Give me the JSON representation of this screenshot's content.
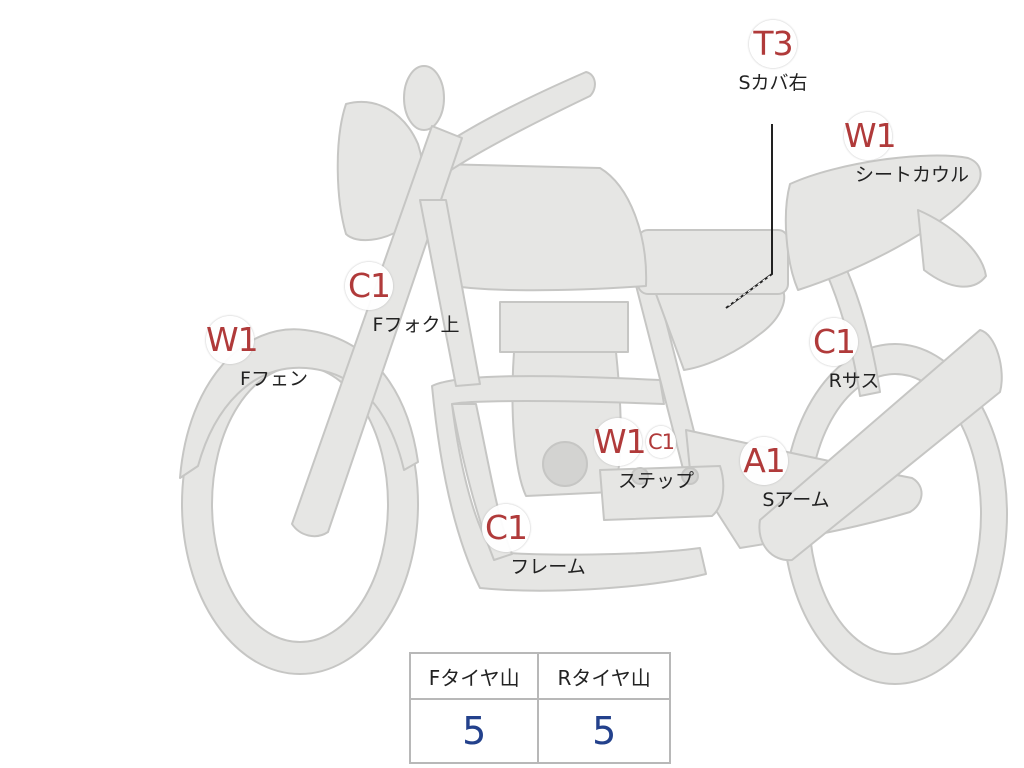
{
  "markers": [
    {
      "id": "s-cover-right",
      "code": "T3",
      "part": "Sカバ右"
    },
    {
      "id": "seat-cowl",
      "code": "W1",
      "part": "シートカウル"
    },
    {
      "id": "front-fork-upper",
      "code": "C1",
      "part": "Fフォク上"
    },
    {
      "id": "front-fender",
      "code": "W1",
      "part": "Fフェン"
    },
    {
      "id": "rear-suspension",
      "code": "C1",
      "part": "Rサス"
    },
    {
      "id": "step",
      "code": "W1",
      "extra_code": "C1",
      "part": "ステップ"
    },
    {
      "id": "swing-arm",
      "code": "A1",
      "part": "Sアーム"
    },
    {
      "id": "frame",
      "code": "C1",
      "part": "フレーム"
    }
  ],
  "tire_table": {
    "headers": [
      "Fタイヤ山",
      "Rタイヤ山"
    ],
    "values": [
      "5",
      "5"
    ]
  },
  "colors": {
    "code": "#b03a3a",
    "value": "#23418c",
    "bike_fill": "#e6e6e4",
    "bike_stroke": "#c6c6c4"
  }
}
